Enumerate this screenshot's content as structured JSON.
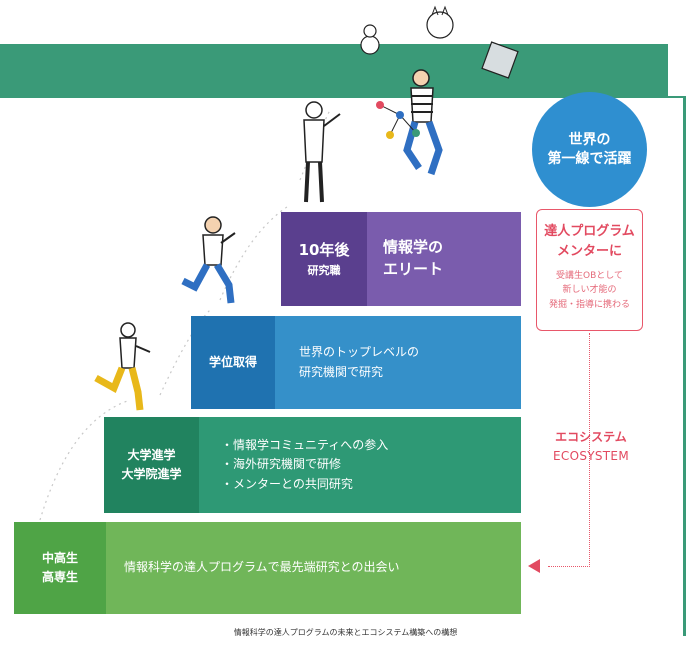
{
  "steps": {
    "s1": {
      "label": "中高生\n高専生",
      "text": "情報科学の達人プログラムで最先端研究との出会い"
    },
    "s2": {
      "label": "大学進学\n大学院進学",
      "text": "・情報学コミュニティへの参入\n・海外研究機関で研修\n・メンターとの共同研究"
    },
    "s3": {
      "label": "学位取得",
      "text": "世界のトップレベルの\n研究機関で研究"
    },
    "s4": {
      "label_big": "10年後",
      "label_small": "研究職",
      "text": "情報学の\nエリート"
    }
  },
  "globe": "世界の\n第一線で活躍",
  "mentor": {
    "title": "達人プログラム\nメンターに",
    "sub": "受講生OBとして\n新しい才能の\n発掘・指導に携わる"
  },
  "ecosystem": {
    "jp": "エコシステム",
    "en": "ECOSYSTEM"
  },
  "caption": "情報科学の達人プログラムの未来とエコシステム構築への構想",
  "colors": {
    "banner": "#3a9a78",
    "step1": "#70b659",
    "step2": "#2e9975",
    "step3": "#3590c9",
    "step4": "#7a5cad",
    "accent": "#e24a60",
    "globe": "#2f8fd0"
  }
}
